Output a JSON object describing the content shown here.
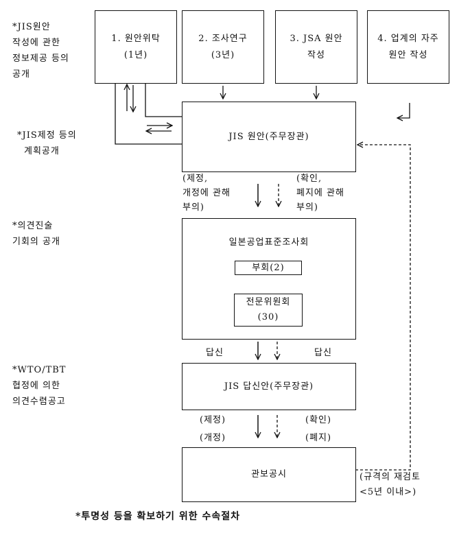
{
  "side_notes": [
    {
      "lines": [
        "*JIS원안",
        "작성에 관한",
        "정보제공 등의",
        "공개"
      ]
    },
    {
      "lines": [
        "*JIS제정 등의",
        "계획공개"
      ]
    },
    {
      "lines": [
        "*의견진술",
        "기회의 공개"
      ]
    },
    {
      "lines": [
        "*WTO/TBT",
        "협정에 의한",
        "의견수렴공고"
      ]
    }
  ],
  "top_boxes": [
    {
      "lines": [
        "1. 원안위탁",
        "(1년)"
      ]
    },
    {
      "lines": [
        "2. 조사연구",
        "(3년)"
      ]
    },
    {
      "lines": [
        "3. JSA 원안",
        "작성"
      ]
    },
    {
      "lines": [
        "4. 업계의 자주",
        "원안 작성"
      ]
    }
  ],
  "main_boxes": {
    "draft": "JIS 원안(주무장관)",
    "committee_title": "일본공업표준조사회",
    "subcommittee": "부회(2)",
    "expert_committee": [
      "전문위원회",
      "(30)"
    ],
    "reply_draft": "JIS 답신안(주무장관)",
    "gazette": "관보공시"
  },
  "edge_labels": {
    "enact_revise_deliberation": [
      "(제정,",
      "개정에 관해",
      "부의)"
    ],
    "confirm_abolish_deliberation": [
      "(확인,",
      "폐지에 관해",
      "부의)"
    ],
    "reply_left": "답신",
    "reply_right": "답신",
    "enact": "(제정)",
    "revise": "(개정)",
    "confirm": "(확인)",
    "abolish": "(폐지)",
    "review": [
      "(규격의 재검토",
      "<5년 이내>)"
    ]
  },
  "caption": "*투명성 등을 확보하기 위한 수속절차"
}
